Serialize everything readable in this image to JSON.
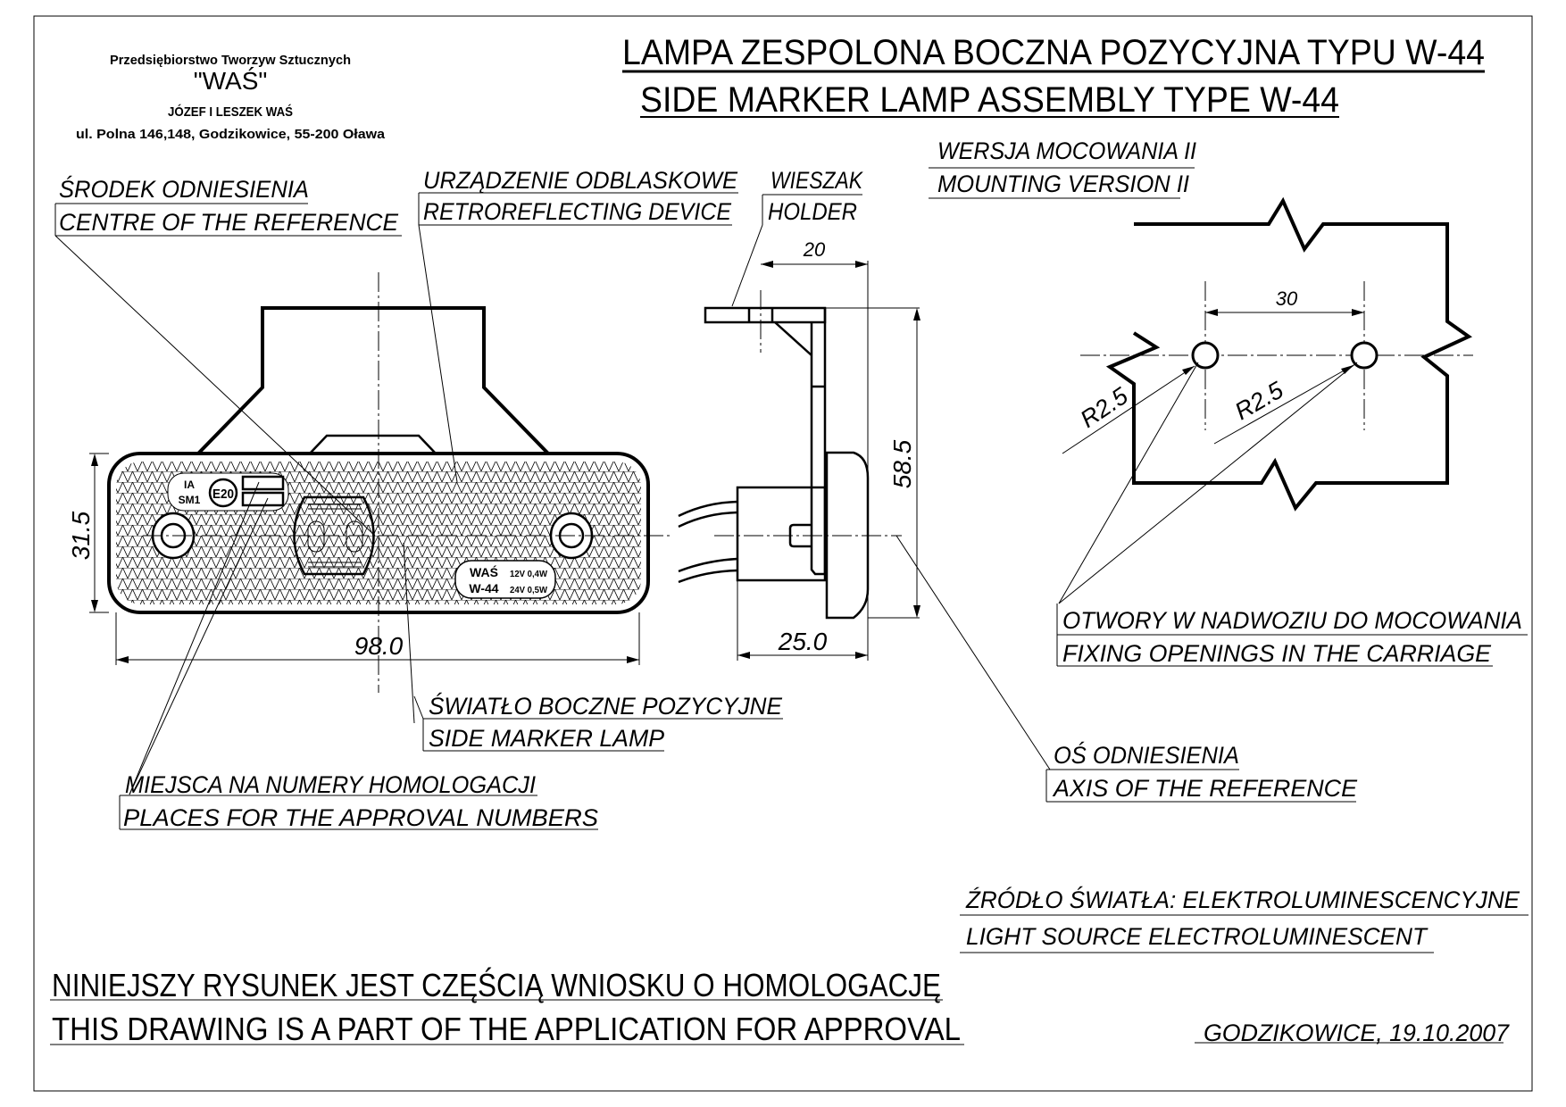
{
  "company": {
    "line1": "Przedsiębiorstwo Tworzyw Sztucznych",
    "name": "\"WAŚ\"",
    "owners": "JÓZEF I LESZEK WAŚ",
    "address": "ul. Polna 146,148, Godzikowice, 55-200 Oława"
  },
  "title": {
    "pl": "LAMPA ZESPOLONA BOCZNA POZYCYJNA TYPU W-44",
    "en": "SIDE MARKER LAMP ASSEMBLY TYPE W-44"
  },
  "callouts": {
    "centre_ref": {
      "pl": "ŚRODEK ODNIESIENIA",
      "en": "CENTRE OF THE REFERENCE"
    },
    "retroreflector": {
      "pl": "URZĄDZENIE ODBLASKOWE",
      "en": "RETROREFLECTING DEVICE"
    },
    "holder": {
      "pl": "WIESZAK",
      "en": "HOLDER"
    },
    "mounting": {
      "pl": "WERSJA MOCOWANIA II",
      "en": "MOUNTING VERSION II"
    },
    "side_marker": {
      "pl": "ŚWIATŁO BOCZNE POZYCYJNE",
      "en": "SIDE MARKER LAMP"
    },
    "approval_places": {
      "pl": "MIEJSCA NA NUMERY HOMOLOGACJI",
      "en": "PLACES FOR THE APPROVAL NUMBERS"
    },
    "fixing": {
      "pl": "OTWORY W NADWOZIU DO MOCOWANIA",
      "en": "FIXING OPENINGS IN THE CARRIAGE"
    },
    "axis_ref": {
      "pl": "OŚ ODNIESIENIA",
      "en": "AXIS OF THE REFERENCE"
    },
    "light_source": {
      "pl": "ŹRÓDŁO ŚWIATŁA: ELEKTROLUMINESCENCYJNE",
      "en": "LIGHT SOURCE ELECTROLUMINESCENT"
    }
  },
  "dimensions": {
    "width": "98.0",
    "height": "31.5",
    "depth": "25.0",
    "total_height": "58.5",
    "holder_offset": "20",
    "hole_spacing": "30",
    "hole_radius_1": "R2.5",
    "hole_radius_2": "R2.5"
  },
  "lamp_markings": {
    "class_top": "IA",
    "class_bottom": "SM1",
    "approval_mark": "E20",
    "brand": "WAŚ",
    "model": "W-44",
    "rating_12v": "12V 0,4W",
    "rating_24v": "24V 0,5W"
  },
  "footer": {
    "note_pl": "NINIEJSZY RYSUNEK JEST CZĘŚCIĄ WNIOSKU O HOMOLOGACJĘ",
    "note_en": "THIS DRAWING IS A PART OF THE APPLICATION FOR APPROVAL",
    "place_date": "GODZIKOWICE, 19.10.2007"
  }
}
